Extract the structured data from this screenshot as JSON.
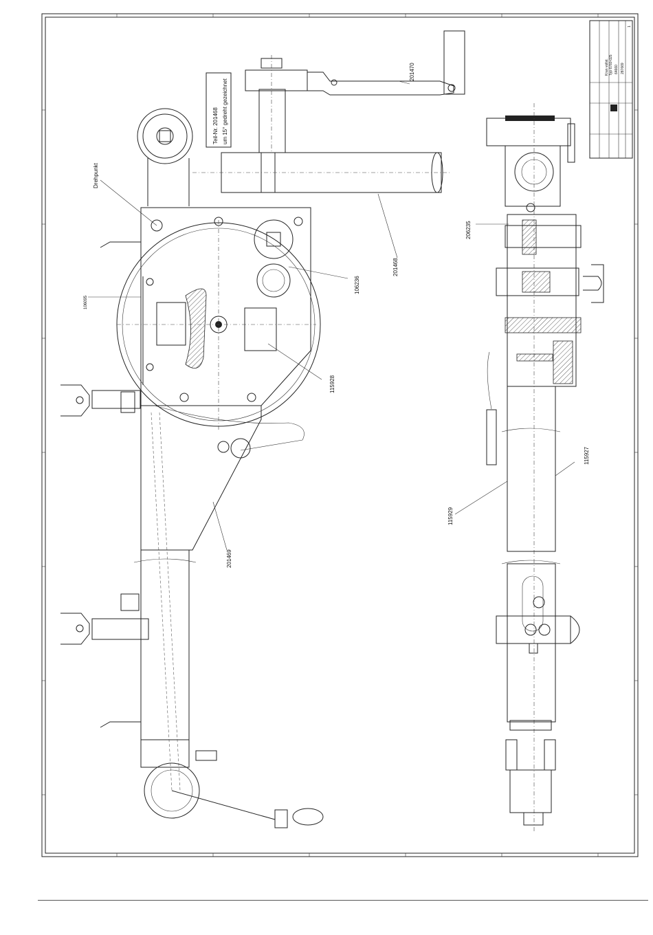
{
  "drawing": {
    "note_lines": [
      "Teil-Nr. 201468",
      "um 15° gedreht gezeichnet"
    ],
    "labels": {
      "drehpunkt": "Drehpunkt",
      "p201470": "201470",
      "p201468": "201468",
      "p106236": "106236",
      "p115928": "115928",
      "p106095": "106095",
      "p201469": "201469",
      "p206235": "206235",
      "p115927": "115927",
      "p115929": "115929"
    }
  },
  "title_block": {
    "name_lines": [
      "Kran vollst.",
      "Typ 6760-025"
    ],
    "drawing_no": "64660",
    "part_no": "287669",
    "sheet": "1"
  }
}
